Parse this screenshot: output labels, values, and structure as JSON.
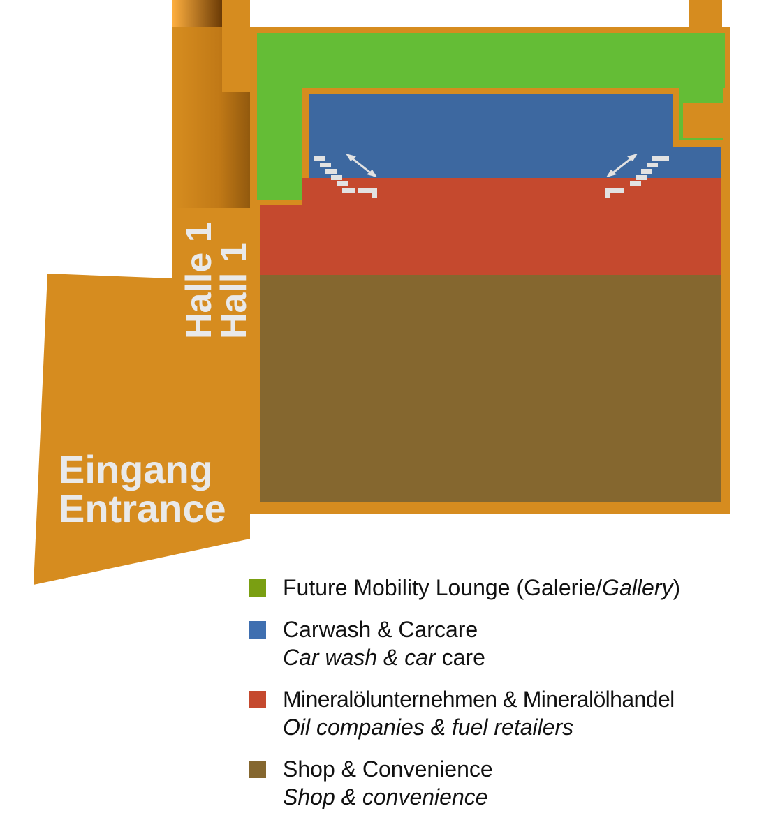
{
  "map": {
    "hall_de": "Halle 1",
    "hall_en": "Hall 1",
    "entrance_de": "Eingang",
    "entrance_en": "Entrance",
    "icons": [
      "stairs-icon",
      "stairs-icon"
    ]
  },
  "colors": {
    "frame": "#d68c1f",
    "green": "#64bd36",
    "blue": "#3d68a0",
    "red": "#c5492e",
    "brown": "#85672f"
  },
  "legend": [
    {
      "color": "#7a9f12",
      "line1": "Future Mobility Lounge (Galerie/",
      "line1_italic": "Gallery",
      "line1_end": ")"
    },
    {
      "color": "#3f6fb0",
      "line1": "Carwash & Carcare",
      "line2_italic": "Car wash & car",
      "line2_rest": " care"
    },
    {
      "color": "#c5492e",
      "line1": "Mineralölunternehmen & Mineralölhandel",
      "line2_italic": "Oil companies & fuel retailers"
    },
    {
      "color": "#85672f",
      "line1": "Shop & Convenience",
      "line2_italic": "Shop & convenience"
    }
  ]
}
